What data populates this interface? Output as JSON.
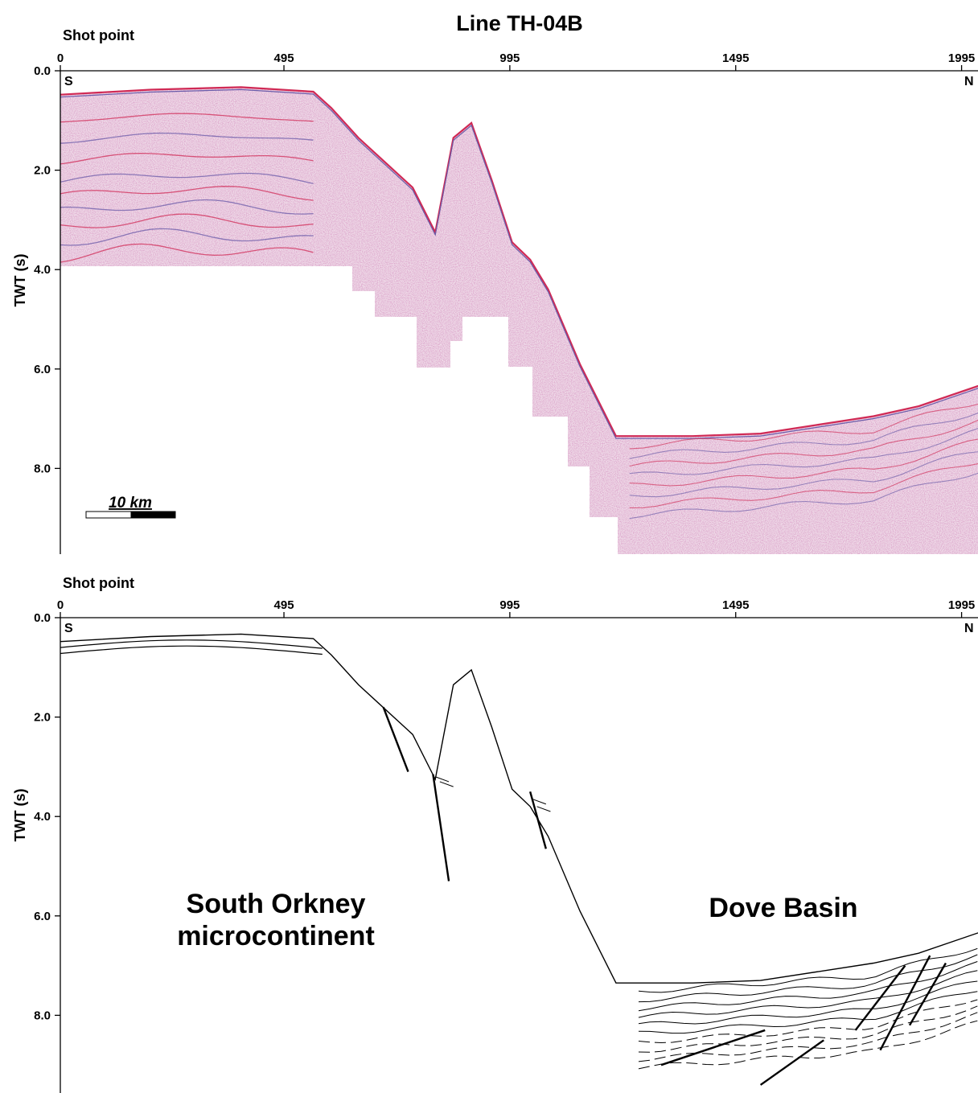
{
  "title": "Line TH-04B",
  "colors": {
    "seismic_primary": "#b0306a",
    "seismic_secondary": "#6a5aa8",
    "reflector_peak": "#d02a55",
    "axis": "#000000",
    "background": "#ffffff"
  },
  "shared_axes": {
    "x_label": "Shot point",
    "x_ticks": [
      0,
      495,
      995,
      1495,
      1995
    ],
    "x_tick_labels": [
      "0",
      "495",
      "995",
      "1495",
      "1995"
    ],
    "y_label": "TWT (s)",
    "y_ticks": [
      0,
      2,
      4,
      6,
      8
    ],
    "y_tick_labels": [
      "0.0",
      "2.0",
      "4.0",
      "6.0",
      "8.0"
    ],
    "left_direction": "S",
    "right_direction": "N"
  },
  "seismic_panel": {
    "scale_bar_label": "10 km",
    "scale_bar_length_km": 10
  },
  "interpretation_panel": {
    "label_south_line1": "South Orkney",
    "label_south_line2": "microcontinent",
    "label_basin": "Dove Basin"
  },
  "chart_data": [
    {
      "type": "line",
      "panel": "seismic section",
      "title": "Line TH-04B",
      "xlabel": "Shot point",
      "ylabel": "TWT (s)",
      "xlim": [
        0,
        2045
      ],
      "ylim": [
        9.8,
        0
      ],
      "y_inverted": true,
      "grid": false,
      "series": [
        {
          "x": [
            0,
            200,
            400,
            560,
            600,
            660,
            720,
            780,
            830,
            870,
            910,
            955,
            1000,
            1040,
            1080,
            1150,
            1230,
            1280,
            1400,
            1550,
            1800,
            1900,
            2045
          ],
          "values": [
            0.48,
            0.38,
            0.33,
            0.42,
            0.75,
            1.35,
            1.85,
            2.35,
            3.25,
            1.35,
            1.05,
            2.2,
            3.45,
            3.8,
            4.4,
            5.9,
            7.35,
            7.35,
            7.35,
            7.3,
            6.95,
            6.75,
            6.3
          ]
        }
      ]
    },
    {
      "type": "line",
      "panel": "line drawing interpretation",
      "xlabel": "Shot point",
      "ylabel": "TWT (s)",
      "xlim": [
        0,
        2045
      ],
      "ylim": [
        9.8,
        0
      ],
      "y_inverted": true,
      "grid": false,
      "series": [
        {
          "x": [
            0,
            200,
            400,
            560,
            600,
            660,
            720,
            780,
            830,
            870,
            910,
            955,
            1000,
            1040,
            1080,
            1150,
            1230,
            1280,
            1400,
            1550,
            1800,
            1900,
            2045
          ],
          "values": [
            0.48,
            0.38,
            0.33,
            0.42,
            0.75,
            1.35,
            1.85,
            2.35,
            3.25,
            1.35,
            1.05,
            2.2,
            3.45,
            3.8,
            4.4,
            5.9,
            7.35,
            7.35,
            7.35,
            7.3,
            6.95,
            6.75,
            6.3
          ]
        }
      ]
    }
  ]
}
